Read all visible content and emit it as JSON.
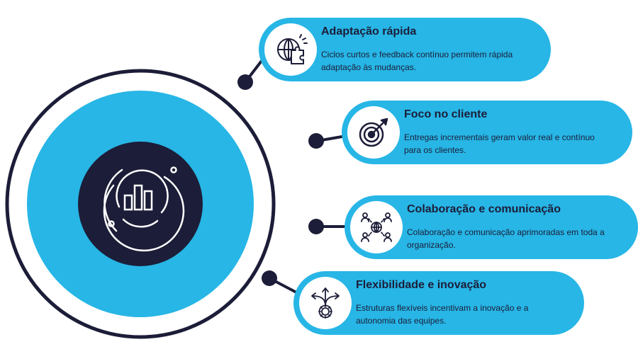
{
  "colors": {
    "accent": "#27b6e6",
    "dark": "#1c1d38",
    "white": "#ffffff"
  },
  "center": {
    "icon": "bar-chart-icon"
  },
  "cards": [
    {
      "title": "Adaptação rápida",
      "description": "Ciclos curtos e feedback contínuo permitem rápida adaptação às mudanças.",
      "icon": "puzzle-globe-icon"
    },
    {
      "title": "Foco no cliente",
      "description": "Entregas incrementais geram valor real e contínuo para os clientes.",
      "icon": "target-arrow-icon"
    },
    {
      "title": "Colaboração e comunicação",
      "description": "Colaboração e comunicação aprimoradas em toda a organização.",
      "icon": "team-network-icon"
    },
    {
      "title": "Flexibilidade e inovação",
      "description": "Estruturas flexíveis incentivam a inovação e a autonomia das equipes.",
      "icon": "gear-arrows-icon"
    }
  ]
}
